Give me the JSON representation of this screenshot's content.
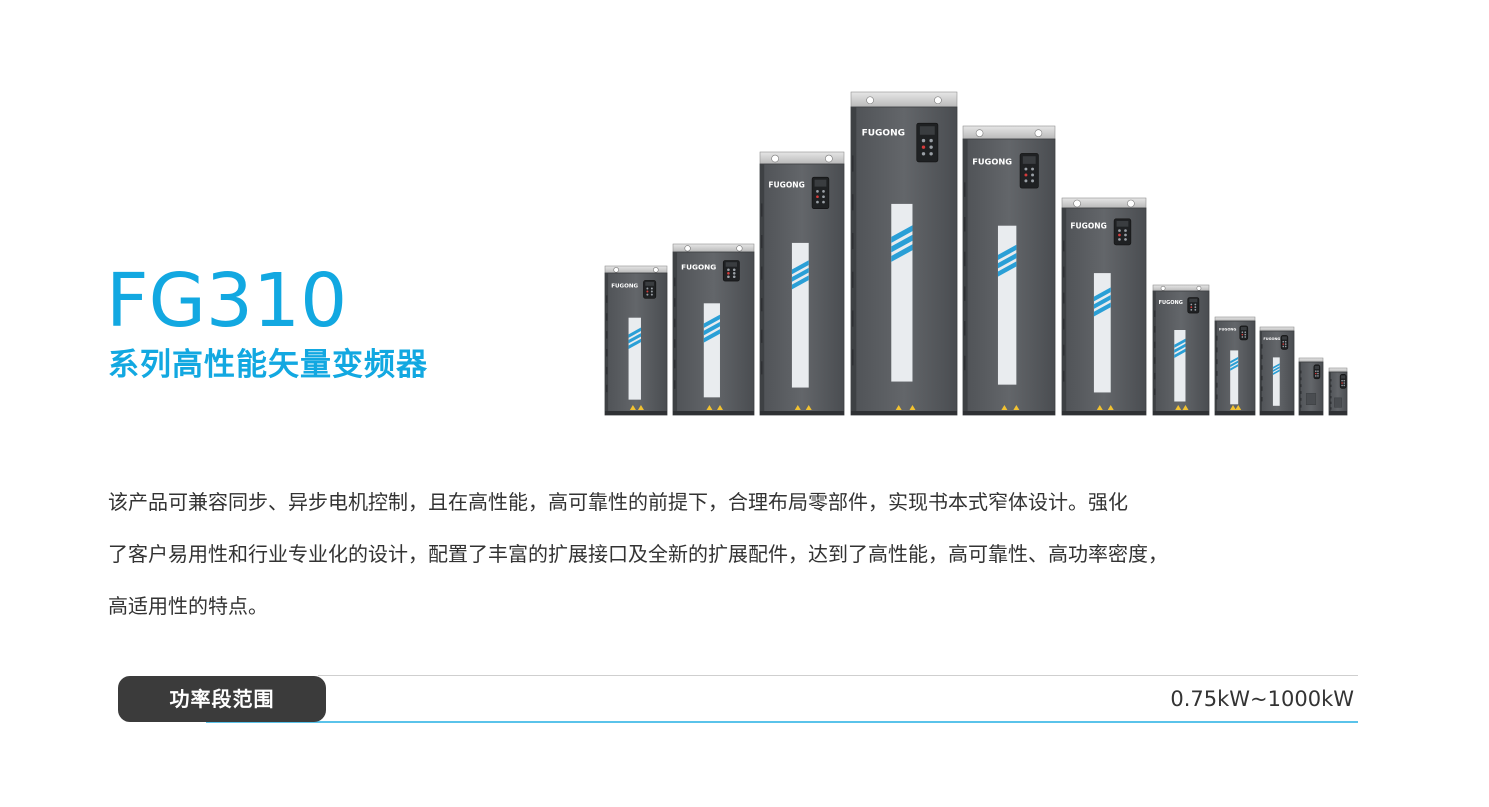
{
  "product": {
    "model": "FG310",
    "subtitle": "系列高性能矢量变频器",
    "brand_label": "FUGONG"
  },
  "description": {
    "lines": [
      "该产品可兼容同步、异步电机控制，且在高性能，高可靠性的前提下，合理布局零部件，实现书本式窄体设计。强化",
      "了客户易用性和行业专业化的设计，配置了丰富的扩展接口及全新的扩展配件，达到了高性能，高可靠性、高功率密度，",
      "高适用性的特点。"
    ]
  },
  "power_range": {
    "label": "功率段范围",
    "value": "0.75kW~1000kW"
  },
  "colors": {
    "accent": "#12a8e1",
    "label_bg": "#3b3b3b",
    "body_text": "#333333",
    "device_body": "#5c5f63",
    "device_stripe": "#2a9fd6"
  }
}
